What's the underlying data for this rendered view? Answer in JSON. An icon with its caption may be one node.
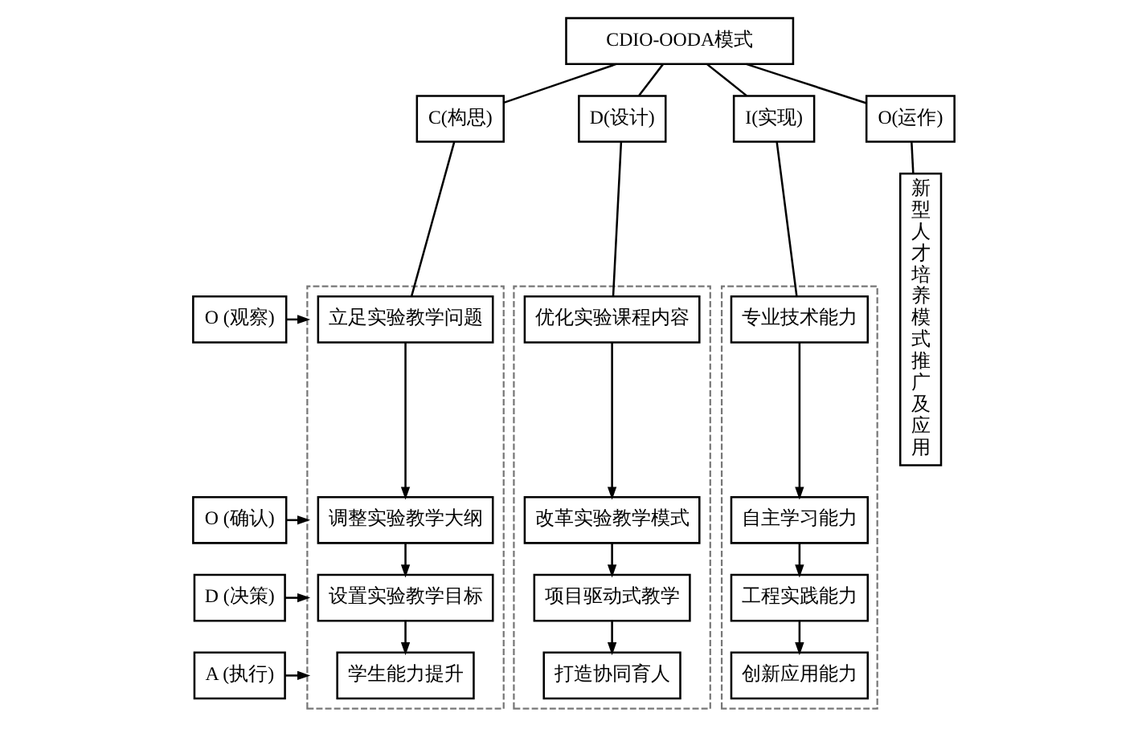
{
  "diagram": {
    "nodes": [
      {
        "text": [
          "CDIO-OODA模式"
        ]
      },
      {
        "text": [
          "C(构思)"
        ]
      },
      {
        "text": [
          "D(设计)"
        ]
      },
      {
        "text": [
          "I(实现)"
        ]
      },
      {
        "text": [
          "O(运作)"
        ]
      },
      {
        "text": [],
        "shape": "box"
      },
      {
        "text": [
          "立足实验教学问题"
        ],
        "in": 5
      },
      {
        "text": [
          "调整实验教学大纲"
        ],
        "in": 5
      },
      {
        "text": [
          "设置实验教学目标"
        ],
        "in": 5
      },
      {
        "text": [
          "学生能力提升"
        ],
        "in": 5
      },
      {
        "text": [],
        "shape": "box"
      },
      {
        "text": [
          "优化实验课程内容"
        ],
        "in": 10
      },
      {
        "text": [
          "改革实验教学模式"
        ],
        "in": 10
      },
      {
        "text": [
          "项目驱动式教学"
        ],
        "in": 10
      },
      {
        "text": [
          "打造协同育人"
        ],
        "in": 10
      },
      {
        "text": [],
        "shape": "box"
      },
      {
        "text": [
          "专业技术能力"
        ],
        "in": 15
      },
      {
        "text": [
          "自主学习能力"
        ],
        "in": 15
      },
      {
        "text": [
          "工程实践能力"
        ],
        "in": 15
      },
      {
        "text": [
          "创新应用能力"
        ],
        "in": 15
      },
      {
        "text": [
          "新型人才培养模式推广及应用"
        ]
      },
      {
        "text": [
          "O (观察)"
        ]
      },
      {
        "text": [
          "O (确认)"
        ]
      },
      {
        "text": [
          "D (决策)"
        ]
      },
      {
        "text": [
          "A (执行)"
        ]
      }
    ],
    "edges": [
      {
        "from": 0,
        "to": 1,
        "arrow": "none"
      },
      {
        "from": 0,
        "to": 2,
        "arrow": "none"
      },
      {
        "from": 0,
        "to": 3,
        "arrow": "none"
      },
      {
        "from": 0,
        "to": 4,
        "arrow": "none"
      },
      {
        "from": 1,
        "to": 6,
        "arrow": "none"
      },
      {
        "from": 2,
        "to": 11,
        "arrow": "none"
      },
      {
        "from": 3,
        "to": 16,
        "arrow": "none"
      },
      {
        "from": 4,
        "to": 20,
        "arrow": "none"
      },
      {
        "from": 6,
        "to": 7,
        "arrow": "to"
      },
      {
        "from": 7,
        "to": 8,
        "arrow": "to"
      },
      {
        "from": 8,
        "to": 9,
        "arrow": "to"
      },
      {
        "from": 11,
        "to": 12,
        "arrow": "to"
      },
      {
        "from": 12,
        "to": 13,
        "arrow": "to"
      },
      {
        "from": 13,
        "to": 14,
        "arrow": "to"
      },
      {
        "from": 16,
        "to": 17,
        "arrow": "to"
      },
      {
        "from": 17,
        "to": 18,
        "arrow": "to"
      },
      {
        "from": 18,
        "to": 19,
        "arrow": "to"
      },
      {
        "from": 21,
        "to": 5,
        "arrow": "to"
      },
      {
        "from": 22,
        "to": 5,
        "arrow": "to"
      },
      {
        "from": 23,
        "to": 5,
        "arrow": "to"
      },
      {
        "from": 24,
        "to": 5,
        "arrow": "to"
      }
    ]
  }
}
